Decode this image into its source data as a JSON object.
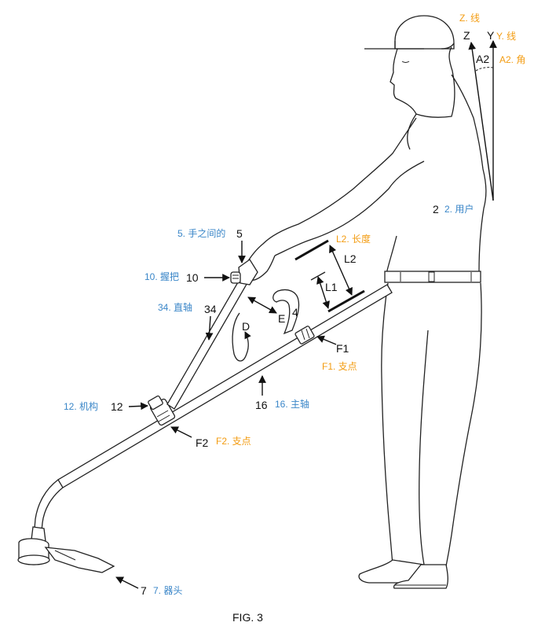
{
  "colors": {
    "blue": "#3a86c8",
    "orange": "#f39c12",
    "black": "#111111"
  },
  "figure": {
    "caption": "FIG. 3"
  },
  "labels": {
    "z_num": "Z",
    "z_cn": "Z. 线",
    "y_num": "Y",
    "y_cn": "Y. 线",
    "a2_num": "A2",
    "a2_cn": "A2. 角",
    "user_num": "2",
    "user_cn": "2. 用户",
    "between_hands_num": "5",
    "between_hands_cn": "5. 手之间的",
    "l2_num": "L2",
    "l2_cn": "L2. 长度",
    "l1_num": "L1",
    "grip_num": "10",
    "grip_cn": "10. 握把",
    "straight_shaft_num": "34",
    "straight_shaft_cn": "34. 直轴",
    "e_num": "E",
    "four_num": "4",
    "d_num": "D",
    "f1_num": "F1",
    "f1_cn": "F1. 支点",
    "mechanism_num": "12",
    "mechanism_cn": "12. 机构",
    "main_shaft_num": "16",
    "main_shaft_cn": "16. 主轴",
    "f2_num": "F2",
    "f2_cn": "F2. 支点",
    "head_num": "7",
    "head_cn": "7. 器头"
  }
}
